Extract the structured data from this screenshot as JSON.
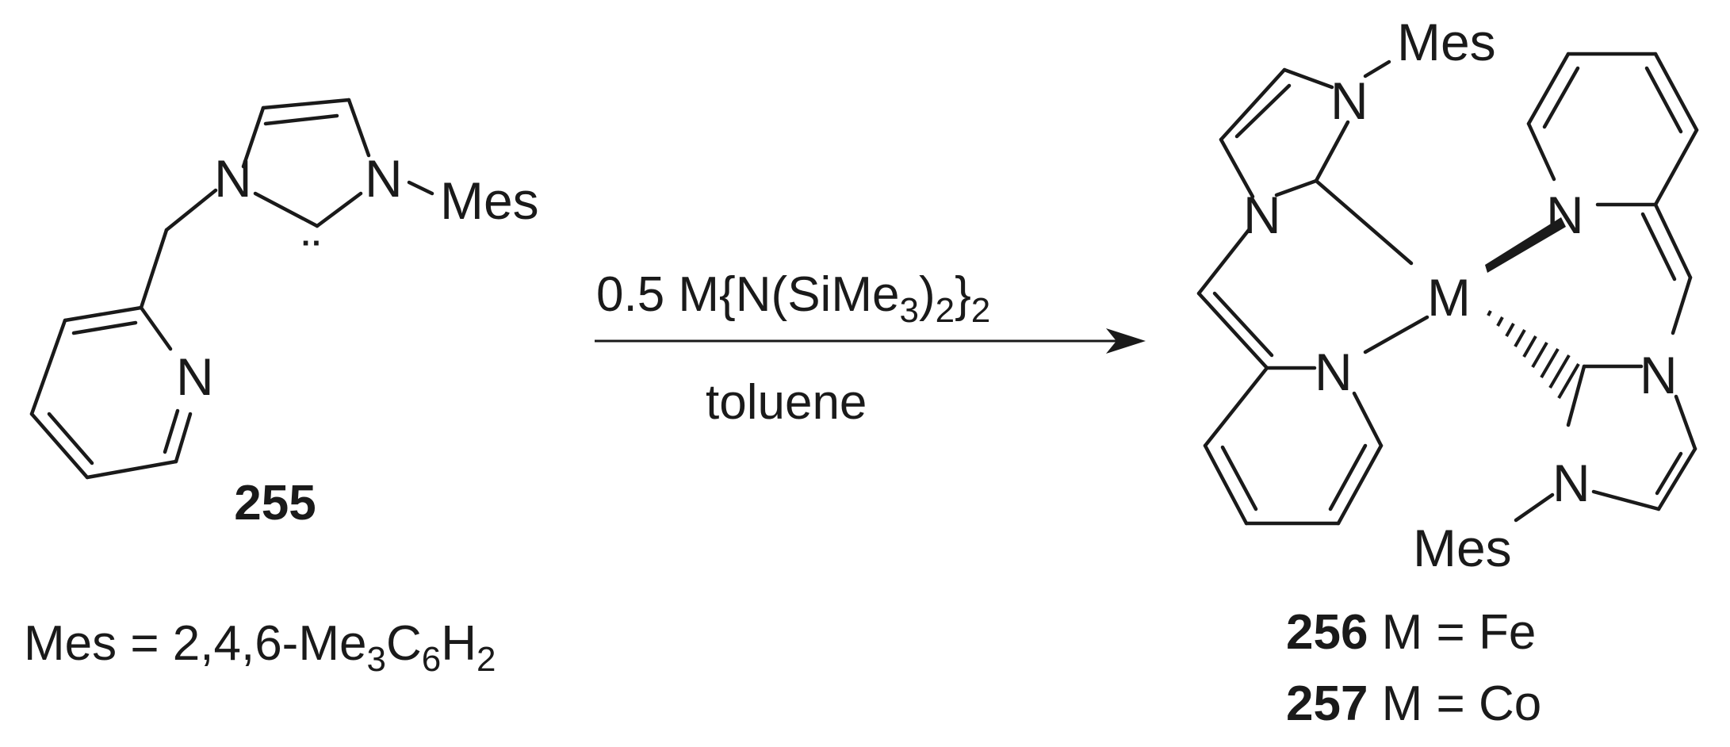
{
  "reactant": {
    "atoms": {
      "n1": "N",
      "n3": "N",
      "n_py": "N"
    },
    "substituent": "Mes",
    "lone_pair": "··",
    "compound_number": "255"
  },
  "definition": {
    "lhs": "Mes = 2,4,6-Me",
    "s1": "3",
    "c": "C",
    "s2": "6",
    "h": "H",
    "s3": "2"
  },
  "arrow": {
    "reagent_main": "0.5 M{N(SiMe",
    "reagent_sub1": "3",
    "reagent_mid": ")",
    "reagent_sub2": "2",
    "reagent_close": "}",
    "reagent_sub3": "2",
    "solvent": "toluene"
  },
  "product": {
    "metal": "M",
    "atom_n": "N",
    "substituent": "Mes",
    "compounds": [
      {
        "number": "256",
        "text": " M = Fe"
      },
      {
        "number": "257",
        "text": " M = Co"
      }
    ]
  }
}
